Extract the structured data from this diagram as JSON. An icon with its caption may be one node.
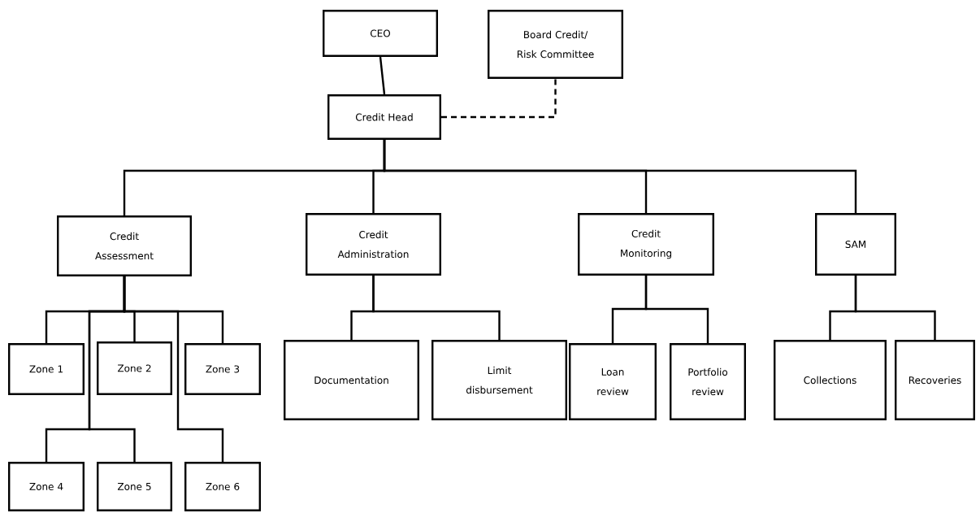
{
  "diagram": {
    "nodes": [
      {
        "text": [
          "CEO"
        ]
      },
      {
        "text": [
          "Board Credit/ Risk Committee"
        ]
      },
      {
        "text": [
          "Credit Head"
        ]
      },
      {
        "text": [
          "Credit Assessment"
        ]
      },
      {
        "text": [
          "Credit Administration"
        ]
      },
      {
        "text": [
          "Credit Monitoring"
        ]
      },
      {
        "text": [
          "SAM"
        ]
      },
      {
        "text": [
          "Zone 1"
        ]
      },
      {
        "text": [
          "Zone 2"
        ]
      },
      {
        "text": [
          "Zone 3"
        ]
      },
      {
        "text": [
          "Zone 4"
        ]
      },
      {
        "text": [
          "Zone 5"
        ]
      },
      {
        "text": [
          "Zone 6"
        ]
      },
      {
        "text": [
          "Documentation"
        ]
      },
      {
        "text": [
          "Limit disbursement"
        ]
      },
      {
        "text": [
          "Loan review"
        ]
      },
      {
        "text": [
          "Portfolio review"
        ]
      },
      {
        "text": [
          "Collections"
        ]
      },
      {
        "text": [
          "Recoveries"
        ]
      }
    ],
    "edges": [
      {
        "from": 0,
        "to": 2,
        "arrow": "none"
      },
      {
        "from": 2,
        "to": 1,
        "arrow": "none",
        "style": "dashed"
      },
      {
        "from": 2,
        "to": 3,
        "arrow": "none"
      },
      {
        "from": 2,
        "to": 4,
        "arrow": "none"
      },
      {
        "from": 2,
        "to": 5,
        "arrow": "none"
      },
      {
        "from": 2,
        "to": 6,
        "arrow": "none"
      },
      {
        "from": 3,
        "to": 7,
        "arrow": "none"
      },
      {
        "from": 3,
        "to": 8,
        "arrow": "none"
      },
      {
        "from": 3,
        "to": 9,
        "arrow": "none"
      },
      {
        "from": 3,
        "to": 10,
        "arrow": "none"
      },
      {
        "from": 3,
        "to": 11,
        "arrow": "none"
      },
      {
        "from": 3,
        "to": 12,
        "arrow": "none"
      },
      {
        "from": 4,
        "to": 13,
        "arrow": "none"
      },
      {
        "from": 4,
        "to": 14,
        "arrow": "none"
      },
      {
        "from": 5,
        "to": 15,
        "arrow": "none"
      },
      {
        "from": 5,
        "to": 16,
        "arrow": "none"
      },
      {
        "from": 6,
        "to": 17,
        "arrow": "none"
      },
      {
        "from": 6,
        "to": 18,
        "arrow": "none"
      }
    ]
  }
}
